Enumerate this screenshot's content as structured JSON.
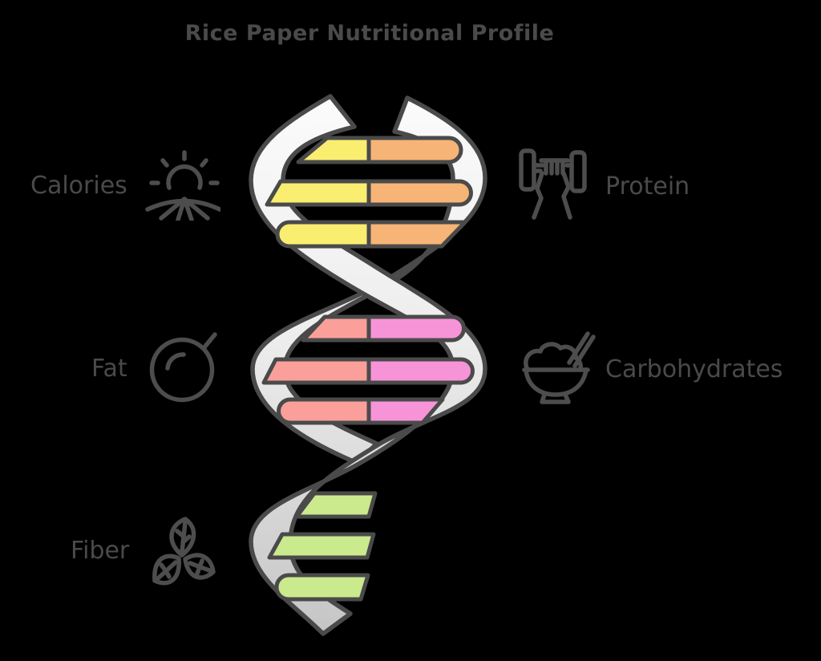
{
  "title": "Rice Paper Nutritional Profile",
  "nutrients": [
    {
      "id": "calories",
      "label": "Calories",
      "icon": "sunrise-field-icon",
      "color": "#faee71",
      "side": "left",
      "row": "top"
    },
    {
      "id": "protein",
      "label": "Protein",
      "icon": "hand-dumbbell-icon",
      "color": "#f6b476",
      "side": "right",
      "row": "top"
    },
    {
      "id": "fat",
      "label": "Fat",
      "icon": "frying-pan-icon",
      "color": "#fa9f99",
      "side": "left",
      "row": "middle"
    },
    {
      "id": "carbohydrates",
      "label": "Carbohydrates",
      "icon": "rice-bowl-chopsticks-icon",
      "color": "#f794d7",
      "side": "right",
      "row": "middle"
    },
    {
      "id": "fiber",
      "label": "Fiber",
      "icon": "leaves-icon",
      "color": "#cbea8e",
      "side": "left",
      "row": "bottom"
    }
  ],
  "helix": {
    "type": "dna-double-helix",
    "outline_color": "#4a4a4a",
    "strand_gradient_top": "#fcfcfc",
    "strand_gradient_bottom": "#c3c3c3",
    "rung_rows_per_section": 3
  },
  "background_color": "#000000",
  "text_color": "#4a4a4a"
}
